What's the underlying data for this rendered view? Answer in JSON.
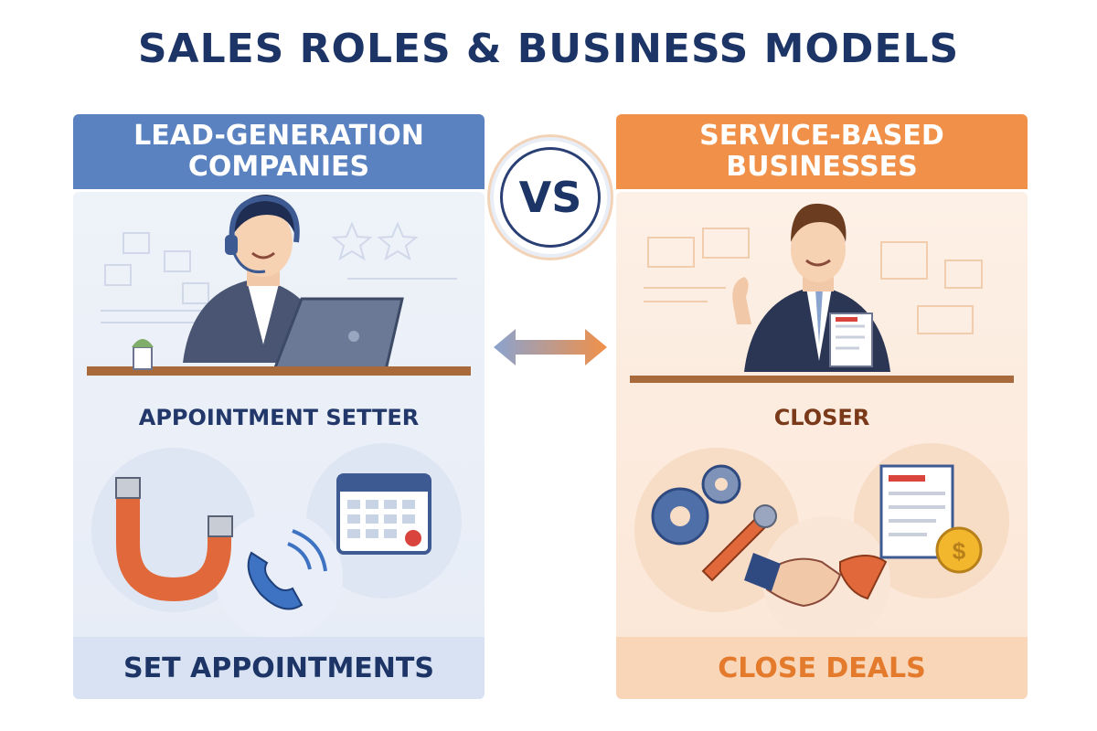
{
  "title": "SALES ROLES & BUSINESS MODELS",
  "vs_label": "VS",
  "left": {
    "header_line1": "LEAD-GENERATION",
    "header_line2": "COMPANIES",
    "role": "APPOINTMENT SETTER",
    "footer": "SET APPOINTMENTS",
    "icons": [
      "magnet-icon",
      "phone-icon",
      "calendar-icon"
    ],
    "color": "#5a82c0"
  },
  "right": {
    "header_line1": "SERVICE-BASED",
    "header_line2": "BUSINESSES",
    "role": "CLOSER",
    "footer": "CLOSE DEALS",
    "icons": [
      "gears-wrench-icon",
      "handshake-icon",
      "document-coin-icon"
    ],
    "color": "#f19048"
  },
  "colors": {
    "title": "#1d3566",
    "blue": "#5a82c0",
    "orange": "#f19048"
  }
}
